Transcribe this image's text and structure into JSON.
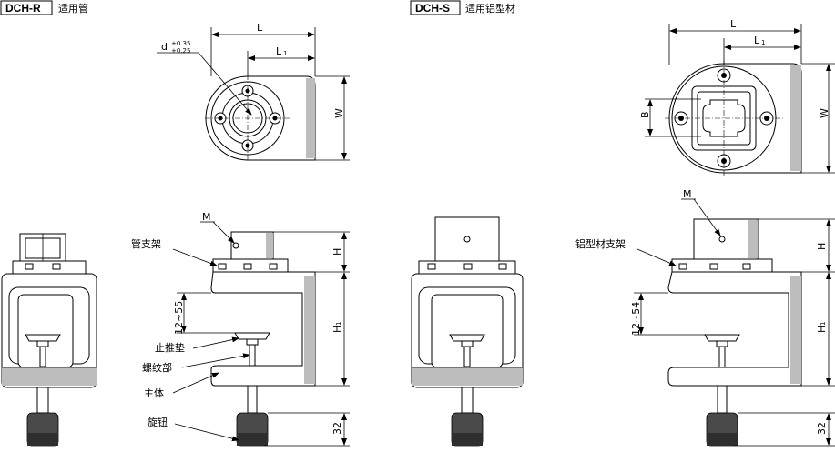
{
  "headers": {
    "left_code": "DCH-R",
    "left_desc": "适用管",
    "right_code": "DCH-S",
    "right_desc": "适用铝型材"
  },
  "dims": {
    "L": "L",
    "L1": "L",
    "L1_sub": "1",
    "W": "W",
    "B": "B",
    "d": "d",
    "d_tol_upper": "+0.35",
    "d_tol_lower": "+0.25",
    "H": "H",
    "H1": "H",
    "H1_sub": "1",
    "M": "M",
    "range_left": "12~55",
    "range_right": "12~54",
    "knob_height": "32"
  },
  "callouts": {
    "pipe_bracket": "管支架",
    "thrust_pad": "止推垫",
    "thread": "螺纹部",
    "main_body": "主体",
    "knob": "旋钮",
    "profile_bracket": "铝型材支架"
  }
}
